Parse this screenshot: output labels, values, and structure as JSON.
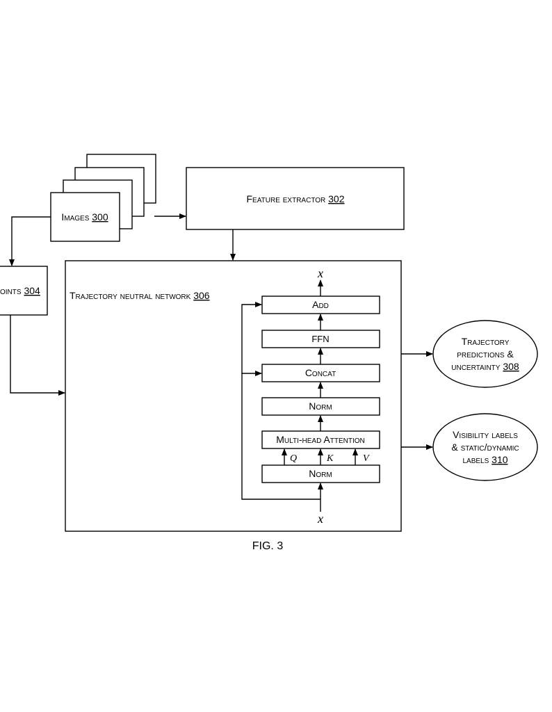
{
  "images": {
    "label": "Images",
    "ref": "300"
  },
  "feature_extractor": {
    "label": "Feature extractor",
    "ref": "302"
  },
  "keypoints": {
    "label": "oints",
    "ref": "304"
  },
  "trajectory_network": {
    "label": "Trajectory neutral network",
    "ref": "306"
  },
  "blocks": {
    "add": "Add",
    "ffn": "FFN",
    "concat": "Concat",
    "norm_top": "Norm",
    "attention": "Multi-head Attention",
    "norm_bottom": "Norm"
  },
  "qkv": {
    "q": "Q",
    "k": "K",
    "v": "V"
  },
  "io": {
    "input": "x",
    "output": "x"
  },
  "outputs": {
    "trajectory": {
      "line1": "Trajectory",
      "line2": "predictions &",
      "line3": "uncertainty",
      "ref": "308"
    },
    "visibility": {
      "line1": "Visibility labels",
      "line2": "& static/dynamic",
      "line3": "labels",
      "ref": "310"
    }
  },
  "figure_label": "FIG. 3"
}
